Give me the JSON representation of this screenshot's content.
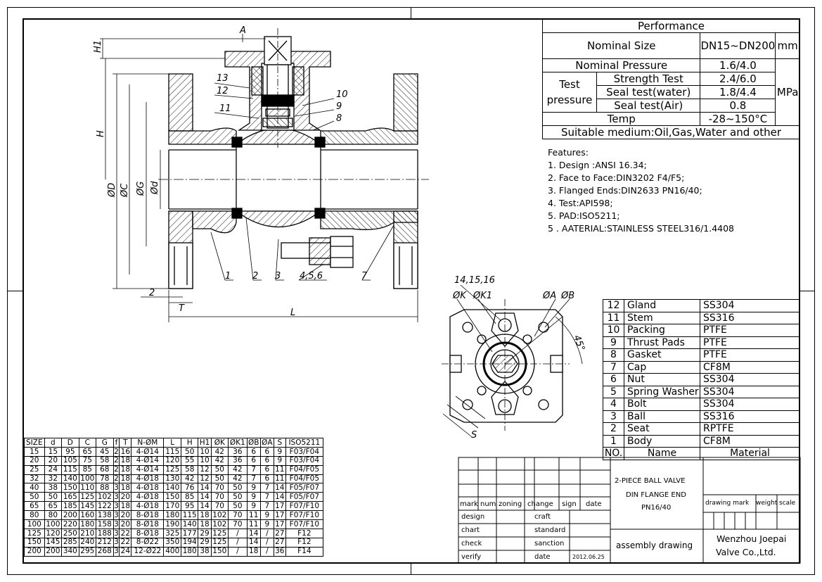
{
  "performance": {
    "title": "Performance",
    "nominal_size_label": "Nominal Size",
    "nominal_size_value": "DN15~DN200",
    "nominal_size_unit": "mm",
    "nominal_pressure_label": "Nominal Pressure",
    "nominal_pressure_value": "1.6/4.0",
    "test_pressure_label_1": "Test",
    "test_pressure_label_2": "pressure",
    "strength_test_label": "Strength Test",
    "strength_test_value": "2.4/6.0",
    "seal_water_label": "Seal test(water)",
    "seal_water_value": "1.8/4.4",
    "seal_air_label": "Seal test(Air)",
    "seal_air_value": "0.8",
    "pressure_unit": "MPa",
    "temp_label": "Temp",
    "temp_value": "-28~150°C",
    "medium": "Suitable medium:Oil,Gas,Water and other"
  },
  "features": {
    "title": "Features:",
    "items": [
      "1. Design :ANSI 16.34;",
      "2. Face to Face:DIN3202 F4/F5;",
      "3. Flanged Ends:DIN2633 PN16/40;",
      "4. Test:API598;",
      "5. PAD:ISO5211;",
      "5 . AATERIAL:STAINLESS STEEL316/1.4408"
    ]
  },
  "bom": {
    "header": {
      "no": "NO.",
      "name": "Name",
      "material": "Material"
    },
    "rows": [
      {
        "no": "12",
        "name": "Gland",
        "material": "SS304"
      },
      {
        "no": "11",
        "name": "Stem",
        "material": "SS316"
      },
      {
        "no": "10",
        "name": "Packing",
        "material": "PTFE"
      },
      {
        "no": "9",
        "name": "Thrust Pads",
        "material": "PTFE"
      },
      {
        "no": "8",
        "name": "Gasket",
        "material": "PTFE"
      },
      {
        "no": "7",
        "name": "Cap",
        "material": "CF8M"
      },
      {
        "no": "6",
        "name": "Nut",
        "material": "SS304"
      },
      {
        "no": "5",
        "name": "Spring Washer",
        "material": "SS304"
      },
      {
        "no": "4",
        "name": "Bolt",
        "material": "SS304"
      },
      {
        "no": "3",
        "name": "Ball",
        "material": "SS316"
      },
      {
        "no": "2",
        "name": "Seat",
        "material": "RPTFE"
      },
      {
        "no": "1",
        "name": "Body",
        "material": "CF8M"
      }
    ]
  },
  "size_table": {
    "headers": [
      "SIZE",
      "d",
      "D",
      "C",
      "G",
      "f",
      "T",
      "N-ØM",
      "L",
      "H",
      "H1",
      "ØK",
      "ØK1",
      "ØB",
      "ØA",
      "S",
      "ISO5211"
    ],
    "rows": [
      [
        "15",
        "15",
        "95",
        "65",
        "45",
        "2",
        "16",
        "4-Ø14",
        "115",
        "50",
        "10",
        "42",
        "36",
        "6",
        "6",
        "9",
        "F03/F04"
      ],
      [
        "20",
        "20",
        "105",
        "75",
        "58",
        "2",
        "18",
        "4-Ø14",
        "120",
        "55",
        "10",
        "42",
        "36",
        "6",
        "6",
        "9",
        "F03/F04"
      ],
      [
        "25",
        "24",
        "115",
        "85",
        "68",
        "2",
        "18",
        "4-Ø14",
        "125",
        "58",
        "12",
        "50",
        "42",
        "7",
        "6",
        "11",
        "F04/F05"
      ],
      [
        "32",
        "32",
        "140",
        "100",
        "78",
        "2",
        "18",
        "4-Ø18",
        "130",
        "42",
        "12",
        "50",
        "42",
        "7",
        "6",
        "11",
        "F04/F05"
      ],
      [
        "40",
        "38",
        "150",
        "110",
        "88",
        "3",
        "18",
        "4-Ø18",
        "140",
        "76",
        "14",
        "70",
        "50",
        "9",
        "7",
        "14",
        "F05/F07"
      ],
      [
        "50",
        "50",
        "165",
        "125",
        "102",
        "3",
        "20",
        "4-Ø18",
        "150",
        "85",
        "14",
        "70",
        "50",
        "9",
        "7",
        "14",
        "F05/F07"
      ],
      [
        "65",
        "65",
        "185",
        "145",
        "122",
        "3",
        "18",
        "4-Ø18",
        "170",
        "95",
        "14",
        "70",
        "50",
        "9",
        "7",
        "17",
        "F07/F10"
      ],
      [
        "80",
        "80",
        "200",
        "160",
        "138",
        "3",
        "20",
        "8-Ø18",
        "180",
        "115",
        "18",
        "102",
        "70",
        "11",
        "9",
        "17",
        "F07/F10"
      ],
      [
        "100",
        "100",
        "220",
        "180",
        "158",
        "3",
        "20",
        "8-Ø18",
        "190",
        "140",
        "18",
        "102",
        "70",
        "11",
        "9",
        "17",
        "F07/F10"
      ],
      [
        "125",
        "120",
        "250",
        "210",
        "188",
        "3",
        "22",
        "8-Ø18",
        "325",
        "177",
        "29",
        "125",
        "/",
        "14",
        "/",
        "27",
        "F12"
      ],
      [
        "150",
        "145",
        "285",
        "240",
        "212",
        "3",
        "22",
        "8-Ø22",
        "350",
        "194",
        "29",
        "125",
        "/",
        "14",
        "/",
        "27",
        "F12"
      ],
      [
        "200",
        "200",
        "340",
        "295",
        "268",
        "3",
        "24",
        "12-Ø22",
        "400",
        "180",
        "38",
        "150",
        "/",
        "18",
        "/",
        "36",
        "F14"
      ]
    ]
  },
  "title_block": {
    "product_line1": "2-PIECE BALL VALVE",
    "product_line2": "DIN FLANGE END",
    "product_line3": "PN16/40",
    "drawing_type": "assembly drawing",
    "company_line1": "Wenzhou Joepai",
    "company_line2": "Valve Co.,Ltd.",
    "col_mark": "mark",
    "col_num": "num",
    "col_zoning": "zoning",
    "col_change": "change",
    "col_sign": "sign",
    "col_date": "date",
    "design": "design",
    "chart": "chart",
    "check": "check",
    "verify": "verify",
    "craft": "craft",
    "standard": "standard",
    "sanction": "sanction",
    "date_label": "date",
    "date_value": "2012.06.25",
    "drawing_mark": "drawing mark",
    "weight": "weight",
    "scale": "scale"
  },
  "drawing_labels": {
    "A": "A",
    "H1": "H1",
    "H": "H",
    "phiD": "ØD",
    "phiC": "ØC",
    "phiG": "ØG",
    "phid": "Ød",
    "L": "L",
    "T": "T",
    "two": "2",
    "callouts": [
      "13",
      "12",
      "11",
      "10",
      "9",
      "8",
      "1",
      "2",
      "3",
      "4,5,6",
      "7"
    ],
    "top_callout": "14,15,16",
    "phiK": "ØK",
    "phiK1": "ØK1",
    "phiA": "ØA",
    "phiB": "ØB",
    "angle": "45°",
    "S": "S"
  }
}
